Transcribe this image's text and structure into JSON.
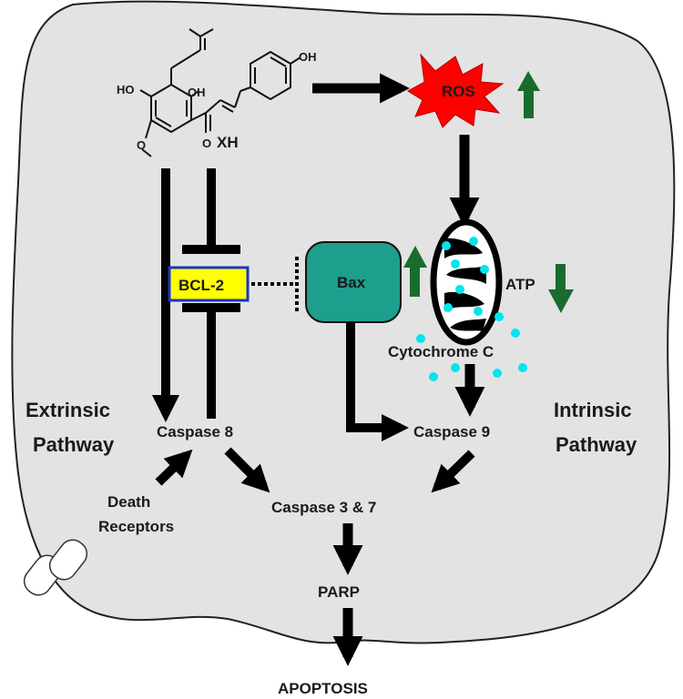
{
  "compound": {
    "name": "XH",
    "atoms": {
      "oh_left": "HO",
      "oh_mid": "OH",
      "oh_top": "OH",
      "ketone_o": "O",
      "ether_o": "O"
    }
  },
  "nodes": {
    "ros": "ROS",
    "bcl2": "BCL-2",
    "bax": "Bax",
    "atp": "ATP",
    "cytochrome_c": "Cytochrome C",
    "caspase8": "Caspase 8",
    "caspase9": "Caspase 9",
    "caspase37": "Caspase 3 & 7",
    "parp": "PARP",
    "apoptosis": "APOPTOSIS",
    "death_receptors_line1": "Death",
    "death_receptors_line2": "Receptors"
  },
  "pathways": {
    "extrinsic_line1": "Extrinsic",
    "extrinsic_line2": "Pathway",
    "intrinsic_line1": "Intrinsic",
    "intrinsic_line2": "Pathway"
  },
  "colors": {
    "cell_fill": "#e3e3e3",
    "ros_fill": "#ff0000",
    "bcl2_fill": "#ffff00",
    "bcl2_border": "#1a33cc",
    "bax_fill": "#1e9e8c",
    "up_down_arrow": "#1a6b2e",
    "cytochrome_dot": "#00e5ee"
  },
  "indicators": {
    "ros": "up",
    "bax": "up",
    "atp": "down"
  }
}
